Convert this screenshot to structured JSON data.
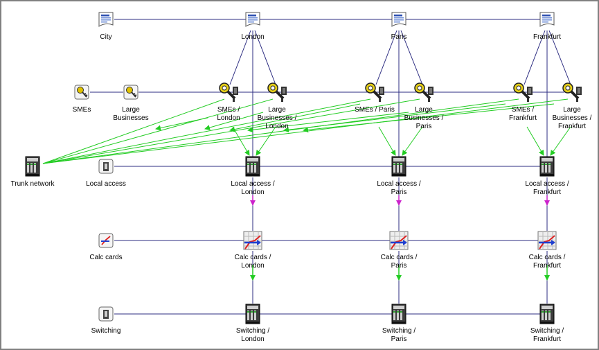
{
  "labels": {
    "city": "City",
    "london": "London",
    "paris": "Paris",
    "frankfurt": "Frankfurt",
    "smes": "SMEs",
    "large_businesses": [
      "Large",
      "Businesses"
    ],
    "smes_london": [
      "SMEs /",
      "London"
    ],
    "large_london": [
      "Large",
      "Businesses /",
      "London"
    ],
    "smes_paris": "SMEs / Paris",
    "large_paris": [
      "Large",
      "Businesses /",
      "Paris"
    ],
    "smes_frankfurt": [
      "SMEs /",
      "Frankfurt"
    ],
    "large_frankfurt": [
      "Large",
      "Businesses /",
      "Frankfurt"
    ],
    "trunk_network": "Trunk network",
    "local_access": "Local access",
    "local_access_london": [
      "Local access /",
      "London"
    ],
    "local_access_paris": [
      "Local access /",
      "Paris"
    ],
    "local_access_frankfurt": [
      "Local access /",
      "Frankfurt"
    ],
    "calc_cards": "Calc cards",
    "calc_cards_london": [
      "Calc cards /",
      "London"
    ],
    "calc_cards_paris": [
      "Calc cards /",
      "Paris"
    ],
    "calc_cards_frankfurt": [
      "Calc cards /",
      "Frankfurt"
    ],
    "switching": "Switching",
    "switching_london": [
      "Switching /",
      "London"
    ],
    "switching_paris": [
      "Switching /",
      "Paris"
    ],
    "switching_frankfurt": [
      "Switching /",
      "Frankfurt"
    ]
  },
  "icons": {
    "city": "document-icon",
    "segment": "key-icon",
    "segment_city": "keys-icon",
    "resource": "server-rack-icon",
    "resource_generic": "building-icon",
    "calc_city": "chart-icon",
    "calc_generic": "chart-small-icon"
  },
  "colors": {
    "hierarchy_link": "#2b2b80",
    "flow_green": "#22cc22",
    "flow_violet": "#cc22cc",
    "frame": "#808080"
  }
}
